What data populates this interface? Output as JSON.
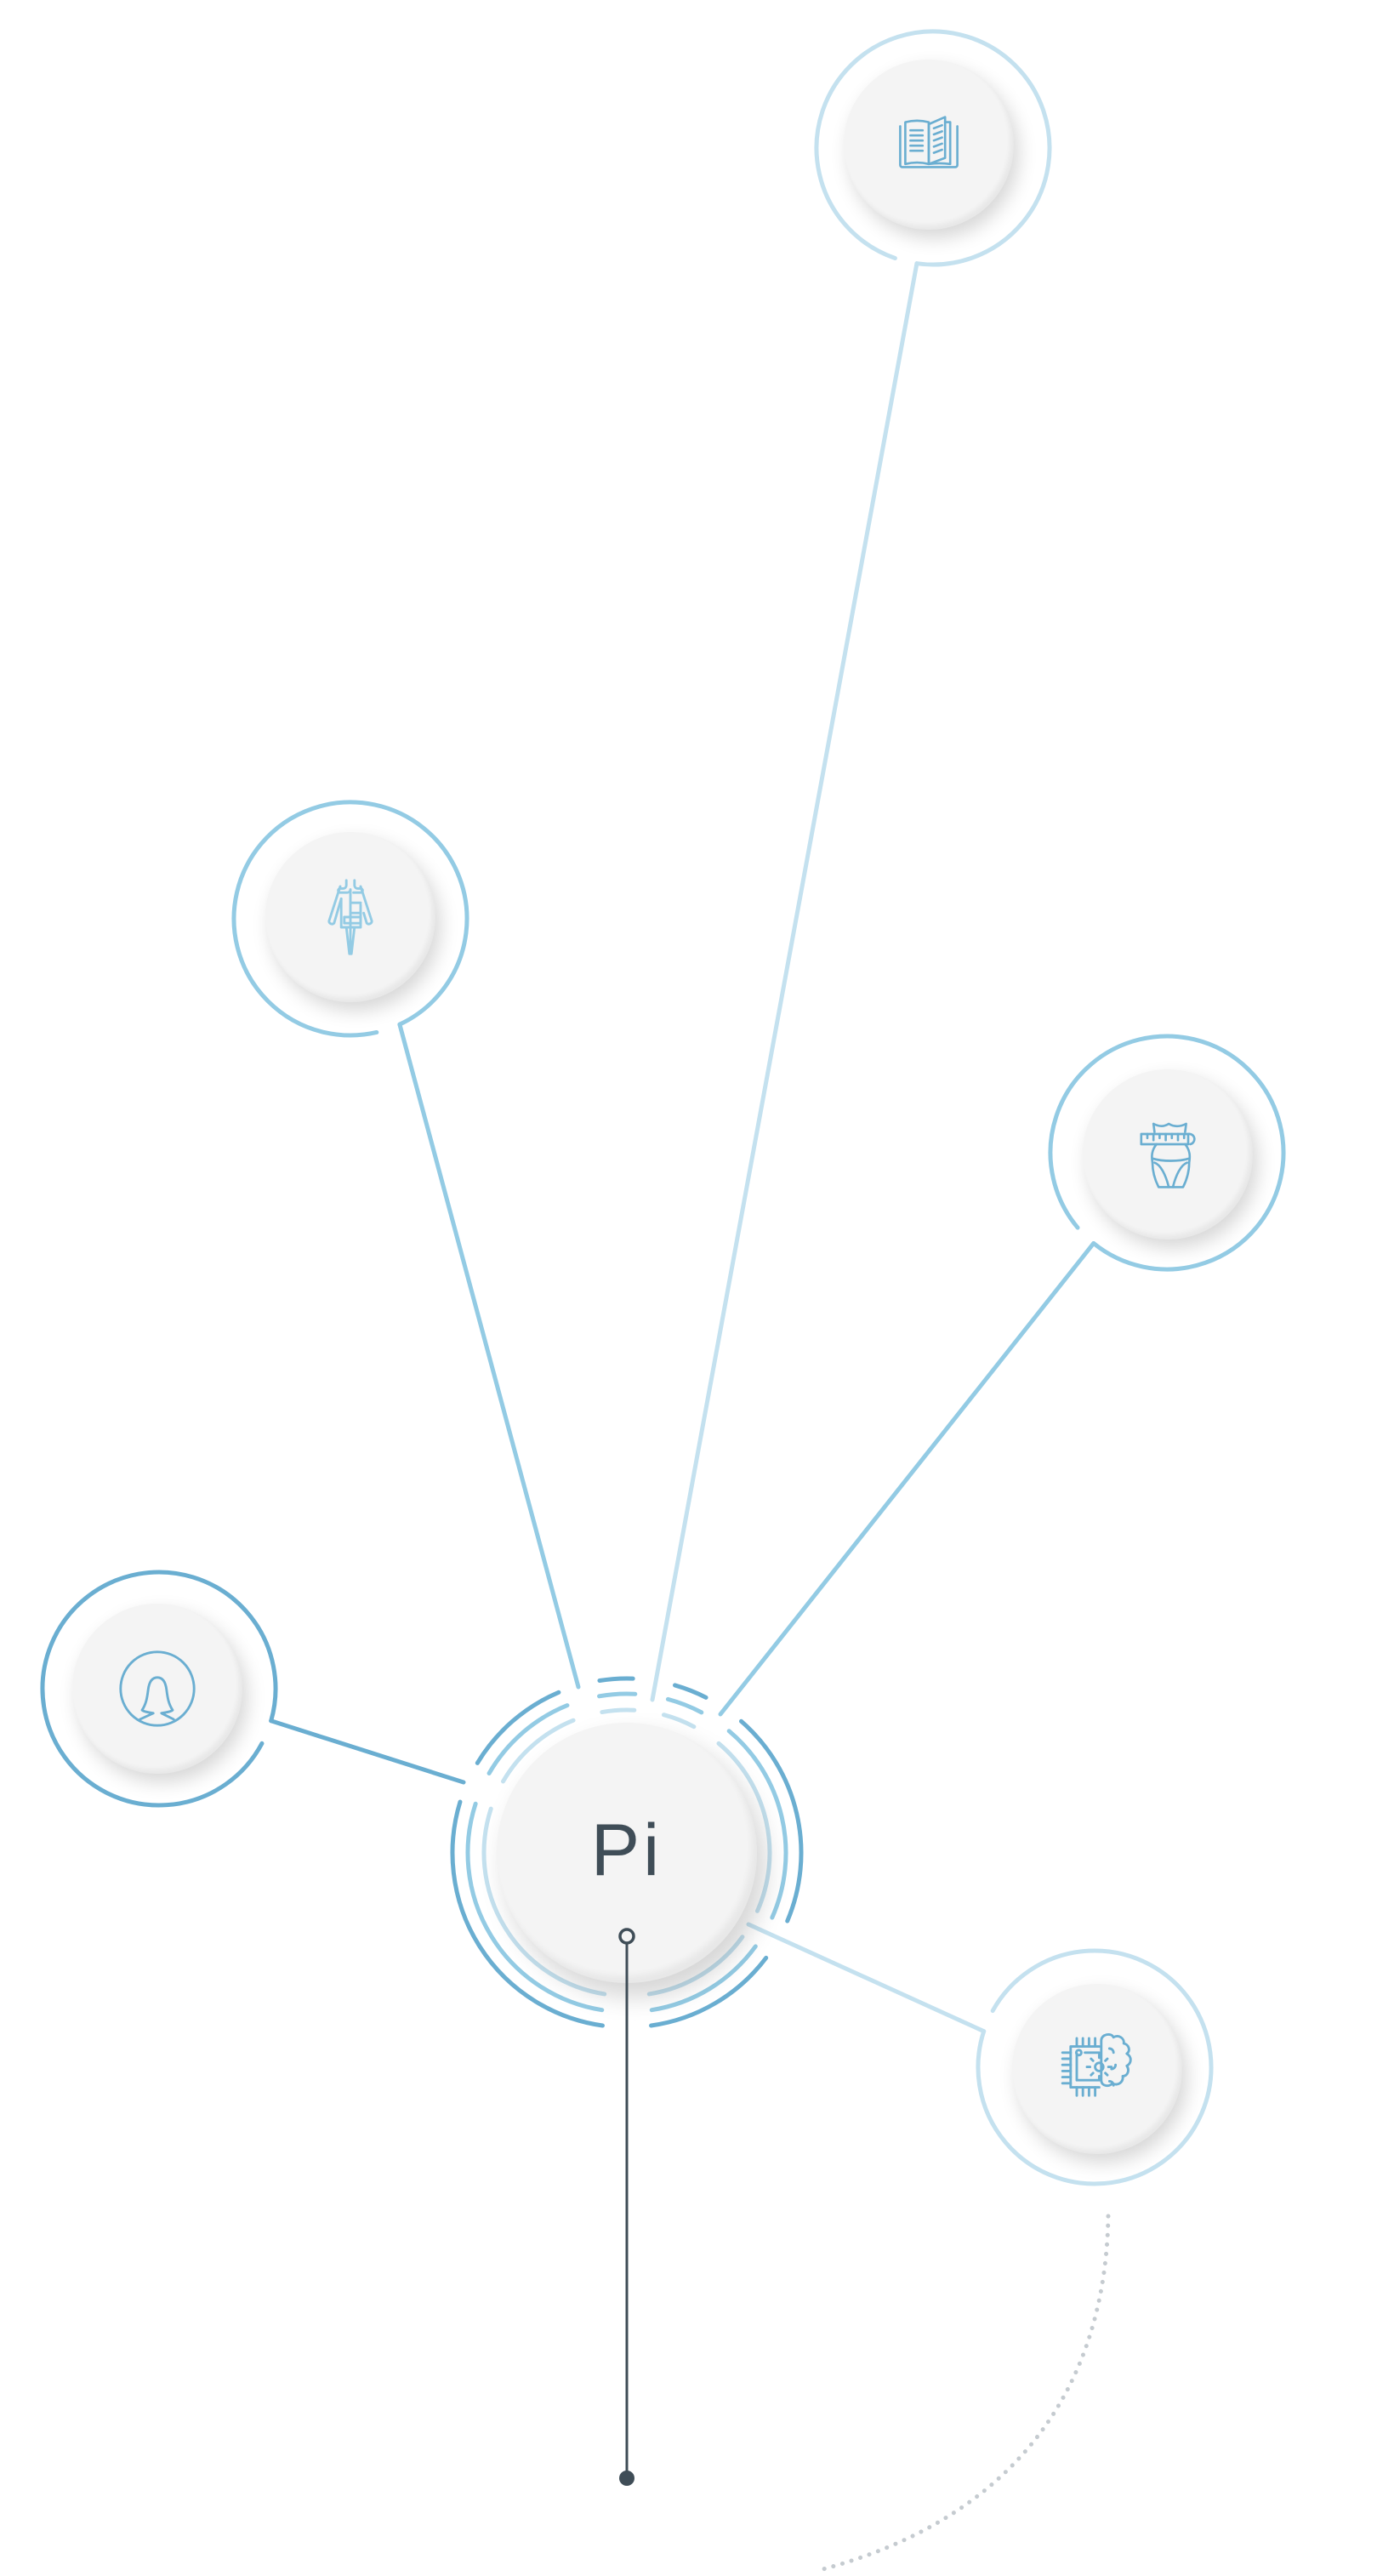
{
  "center": {
    "label": "Pi"
  },
  "nodes": [
    {
      "id": "book",
      "icon": "open-book-icon",
      "color": "#c4e1ef",
      "icon_color": "#6aaed1"
    },
    {
      "id": "dress",
      "icon": "dress-outfit-icon",
      "color": "#93cbe4",
      "icon_color": "#93cbe4"
    },
    {
      "id": "measure",
      "icon": "waist-measure-icon",
      "color": "#93cbe4",
      "icon_color": "#6aaed1"
    },
    {
      "id": "person",
      "icon": "woman-avatar-icon",
      "color": "#6aaed1",
      "icon_color": "#6aaed1"
    },
    {
      "id": "brain",
      "icon": "ai-brain-chip-icon",
      "color": "#c4e1ef",
      "icon_color": "#6aaed1"
    }
  ],
  "colors": {
    "ring_dark": "#6aaed1",
    "ring_mid": "#93cbe4",
    "ring_light": "#c4e1ef",
    "stem": "#3f4d57",
    "dotted_path": "#c5cbd0",
    "node_fill": "#f4f4f4"
  }
}
